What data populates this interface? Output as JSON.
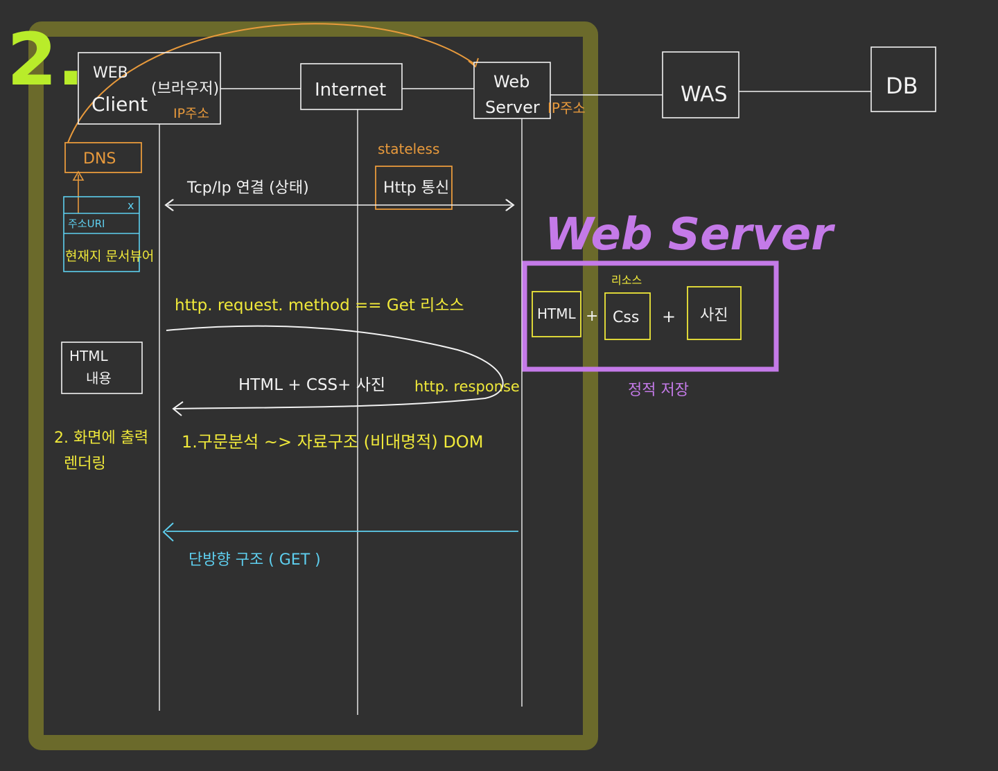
{
  "page_number": "2.",
  "nodes": {
    "client_line1": "WEB",
    "client_line2": "Client",
    "client_browser": "(브라우저)",
    "client_ip": "IP주소",
    "internet": "Internet",
    "server_line1": "Web",
    "server_line2": "Server",
    "server_ip": "IP주소",
    "was": "WAS",
    "db": "DB"
  },
  "dns": "DNS",
  "browser_window": {
    "close": "x",
    "address": "주소URI",
    "viewer": "현재지 문서뷰어"
  },
  "stateless_label": "stateless",
  "http_comm": "Http 통신",
  "tcp_label": "Tcp/Ip 연결 (상태)",
  "request_label": "http. request. method == Get 리소스",
  "html_content_box": {
    "line1": "HTML",
    "line2": "내용"
  },
  "response_payload": "HTML + CSS+ 사진",
  "response_label": "http. response",
  "render_step": {
    "line1": "2. 화면에 출력",
    "line2": "렌더링"
  },
  "parse_step": "1.구문분석 ~> 자료구조 (비대명적) DOM",
  "one_way": "단방향 구조 ( GET )",
  "web_server_title": "Web Server",
  "resource_label": "리소스",
  "resources": {
    "html": "HTML",
    "css": "Css",
    "photo": "사진",
    "plus": "+"
  },
  "static_storage": "정적 저장",
  "colors": {
    "background": "#303030",
    "olive_frame": "#6b6a2b",
    "white": "#f2f2f2",
    "orange": "#e89a3c",
    "yellow": "#f0e93a",
    "cyan": "#5ecfef",
    "purple": "#c47ae8",
    "lime": "#b9ec2a"
  }
}
